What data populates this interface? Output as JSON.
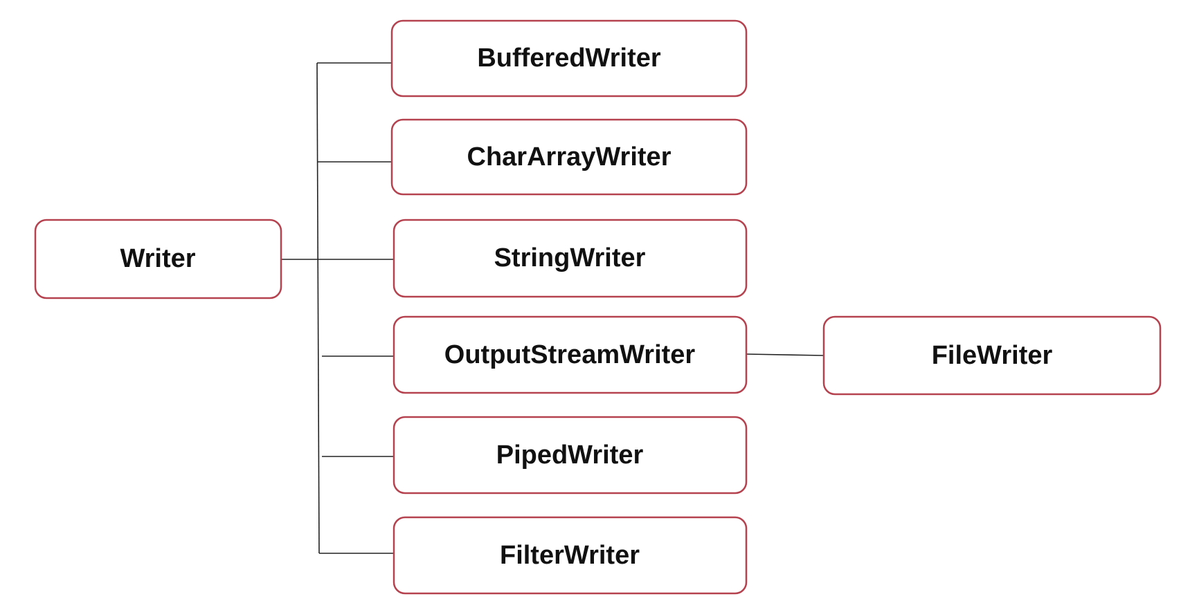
{
  "diagram": {
    "root": {
      "label": "Writer"
    },
    "children": [
      {
        "label": "BufferedWriter"
      },
      {
        "label": "CharArrayWriter"
      },
      {
        "label": "StringWriter"
      },
      {
        "label": "OutputStreamWriter"
      },
      {
        "label": "PipedWriter"
      },
      {
        "label": "FilterWriter"
      }
    ],
    "grandchild": {
      "label": "FileWriter",
      "parent": "OutputStreamWriter"
    },
    "colors": {
      "node_border": "#b5424f",
      "node_fill": "#ffffff",
      "connector": "#222222",
      "text": "#111111"
    }
  }
}
